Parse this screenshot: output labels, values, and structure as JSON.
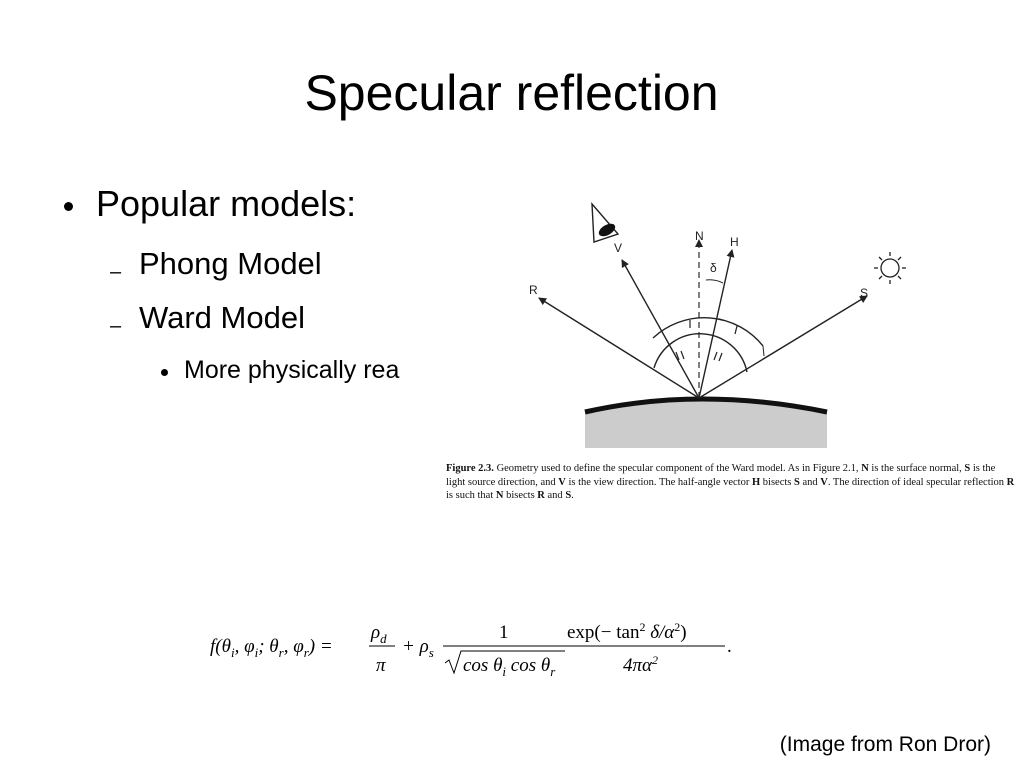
{
  "slide": {
    "title": "Specular reflection",
    "bullets": {
      "main": "Popular models:",
      "sub": [
        {
          "label": "Phong Model"
        },
        {
          "label": "Ward Model"
        }
      ],
      "subsub": "More physically rea"
    },
    "credit": "(Image from Ron Dror)"
  },
  "figure": {
    "vector_labels": {
      "n": "N",
      "h": "H",
      "v": "V",
      "r": "R",
      "s": "S",
      "delta": "δ"
    },
    "caption": {
      "fig_label": "Figure 2.3.",
      "p1": " Geometry used to define the specular component of the Ward model. As in Figure 2.1, ",
      "n": "N",
      "p2": " is the surface normal, ",
      "s": "S",
      "p3": " is the light source direction, and ",
      "v": "V",
      "p4": " is the view direction. The half-angle vector ",
      "h": "H",
      "p5": " bisects ",
      "s2": "S",
      "p6": " and ",
      "v2": "V",
      "p7": ". The direction of ideal specular reflection ",
      "r": "R",
      "p8": " is such that ",
      "n2": "N",
      "p9": " bisects ",
      "r2": "R",
      "p10": " and ",
      "s3": "S",
      "p11": "."
    }
  },
  "formula": {
    "lhs": "f(θ",
    "i": "i",
    "comma1": ", φ",
    "semi": "; θ",
    "r": "r",
    "comma2": ", φ",
    "close": ") =",
    "rho": "ρ",
    "d": "d",
    "pi": "π",
    "plus": "+ ρ",
    "s": "s",
    "one": "1",
    "cos1": "cos θ",
    "cos2": " cos θ",
    "exp": "exp(− tan",
    "sq": "2",
    "delta_over": " δ/α",
    "paren": ")",
    "denom": "4πα",
    "period": "."
  }
}
